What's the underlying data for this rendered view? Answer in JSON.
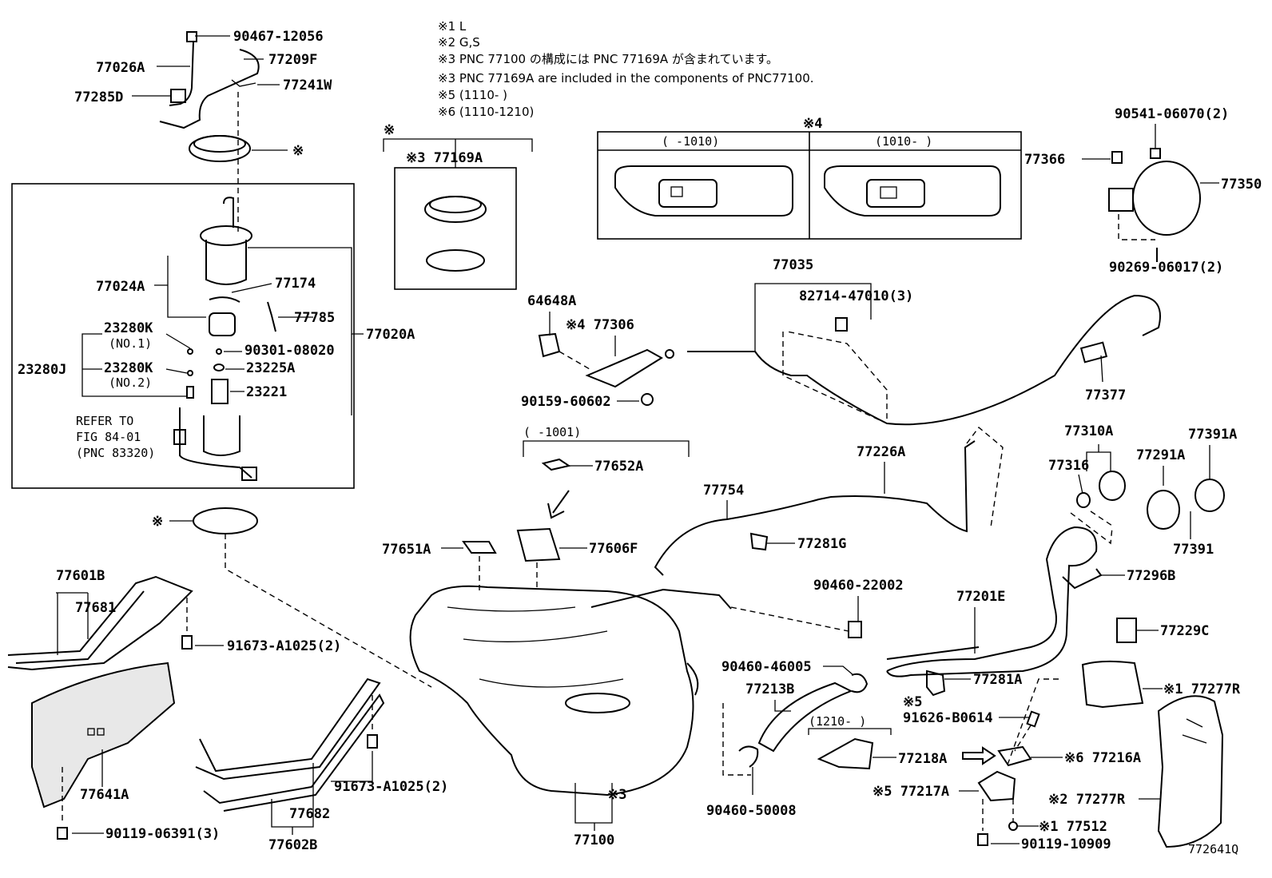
{
  "notes": [
    "※1 L",
    "※2 G,S",
    "※3 PNC 77100 の構成には PNC 77169A が含まれています。",
    "※3 PNC 77169A are included in the components of PNC77100.",
    "※5 (1110-     )",
    "※6 (1110-1210)"
  ],
  "figure_id": "772641Q",
  "variant_box": {
    "mark": "※4",
    "left": "(     -1010)",
    "right": "(1010-     )"
  },
  "kit_box": {
    "mark": "※",
    "label": "※3 77169A"
  },
  "range_1001": "(     -1001)",
  "range_1210": "(1210-     )",
  "refer": [
    "REFER TO",
    "FIG 84-01",
    "(PNC 83320)"
  ],
  "labels": {
    "p90467": "90467-12056",
    "p77026A": "77026A",
    "p77209F": "77209F",
    "p77285D": "77285D",
    "p77241W": "77241W",
    "ring_mark_top": "※",
    "p77024A": "77024A",
    "p77174": "77174",
    "p77785": "77785",
    "p77020A": "77020A",
    "p23280K_1": "23280K",
    "no1": "(NO.1)",
    "p90301": "90301-08020",
    "p23280J": "23280J",
    "p23280K_2": "23280K",
    "p23225A": "23225A",
    "no2": "(NO.2)",
    "p23221": "23221",
    "ring_mark_bottom": "※",
    "p77601B": "77601B",
    "p77681": "77681",
    "p91673_l": "91673-A1025(2)",
    "p77641A": "77641A",
    "p90119_l": "90119-06391(3)",
    "p77682": "77682",
    "p77602B": "77602B",
    "p91673_m": "91673-A1025(2)",
    "p64648A": "64648A",
    "p77306": "※4 77306",
    "p90159": "90159-60602",
    "p77652A": "77652A",
    "p77651A": "77651A",
    "p77606F": "77606F",
    "p77100_mark": "※3",
    "p77100": "77100",
    "p77035": "77035",
    "p82714": "82714-47010(3)",
    "p77377": "77377",
    "p90541": "90541-06070(2)",
    "p77366": "77366",
    "p77350": "77350",
    "p90269": "90269-06017(2)",
    "p77226A": "77226A",
    "p77754": "77754",
    "p77281G": "77281G",
    "p77310A": "77310A",
    "p77316": "77316",
    "p77291A": "77291A",
    "p77391A": "77391A",
    "p77391": "77391",
    "p77296B": "77296B",
    "p90460_22": "90460-22002",
    "p77201E": "77201E",
    "p77229C": "77229C",
    "p90460_46": "90460-46005",
    "p77213B": "77213B",
    "p77281A": "77281A",
    "p77277R_1": "※1 77277R",
    "mark5": "※5",
    "p91626": "91626-B0614",
    "p77218A": "77218A",
    "p77216A": "※6 77216A",
    "p77217A": "※5 77217A",
    "p77277R_2": "※2 77277R",
    "p77512": "※1 77512",
    "p90460_50": "90460-50008",
    "p90119_r": "90119-10909"
  }
}
